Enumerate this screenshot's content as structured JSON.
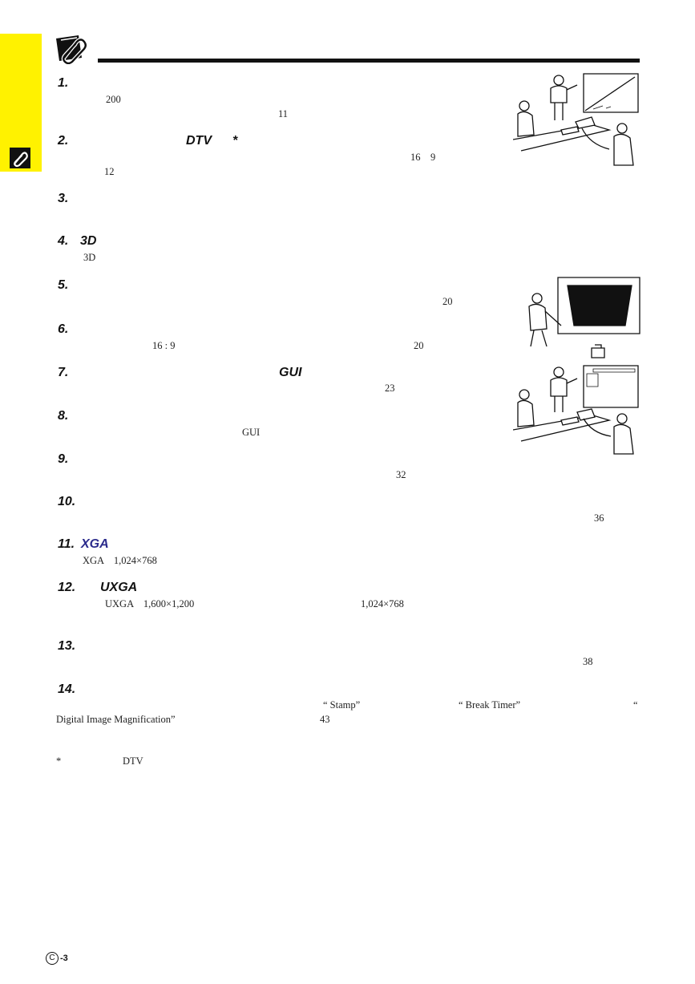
{
  "page": {
    "accent_yellow": "#fff200",
    "accent_blue": "#2b2b8c",
    "icon": "paperclip-note-icon"
  },
  "features": [
    {
      "heading": "1.",
      "lines": [
        "200",
        "11"
      ]
    },
    {
      "heading": "2.",
      "heading_extra_1": "DTV",
      "heading_extra_2": "*",
      "lines": [
        "16　9",
        "12"
      ]
    },
    {
      "heading": "3."
    },
    {
      "heading": "4.",
      "heading_extra_1": "3D",
      "lines": [
        "3D"
      ]
    },
    {
      "heading": "5.",
      "lines": [
        "20"
      ]
    },
    {
      "heading": "6.",
      "lines": [
        "16 : 9",
        "20"
      ]
    },
    {
      "heading": "7.",
      "heading_extra_1": "GUI",
      "lines": [
        "23"
      ]
    },
    {
      "heading": "8.",
      "lines": [
        "GUI"
      ]
    },
    {
      "heading": "9.",
      "lines": [
        "32"
      ]
    },
    {
      "heading": "10.",
      "lines": [
        "36"
      ]
    },
    {
      "heading": "11.",
      "heading_extra_1": "XGA",
      "lines": [
        "XGA　1,024×768"
      ]
    },
    {
      "heading": "12.",
      "heading_extra_1": "UXGA",
      "lines": [
        "UXGA　1,600×1,200",
        "1,024×768"
      ]
    },
    {
      "heading": "13.",
      "lines": [
        "38"
      ]
    },
    {
      "heading": "14.",
      "lines": [
        "“ Stamp”",
        "“ Break Timer”",
        "“",
        "Digital Image Magnification”",
        "43"
      ]
    }
  ],
  "footnote": {
    "marker": "*",
    "text": "DTV"
  },
  "footer": {
    "circle_letter": "C",
    "page_number": "-3"
  }
}
